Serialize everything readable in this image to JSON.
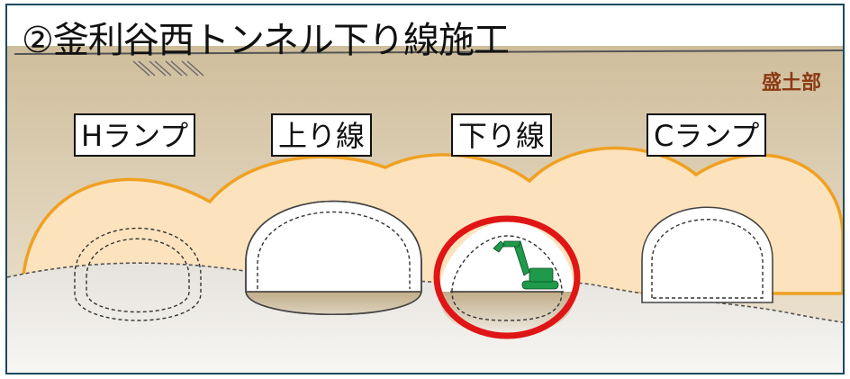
{
  "title": "②釜利谷西トンネル下り線施工",
  "fill_label": "盛土部",
  "tunnels": [
    {
      "label": "Hランプ",
      "status": "planned"
    },
    {
      "label": "上り線",
      "status": "completed"
    },
    {
      "label": "下り線",
      "status": "under construction"
    },
    {
      "label": "Cランプ",
      "status": "completed"
    }
  ],
  "colors": {
    "frame": "#1a4a5e",
    "embankment": "#fce3bd",
    "embankment_outline": "#f0a021",
    "fill_ground": "#d9c8a8",
    "lower_ground": "#e9e5df",
    "highlight": "#e01515",
    "excavator": "#1e9a4a",
    "fill_label_text": "#8b3a12"
  }
}
